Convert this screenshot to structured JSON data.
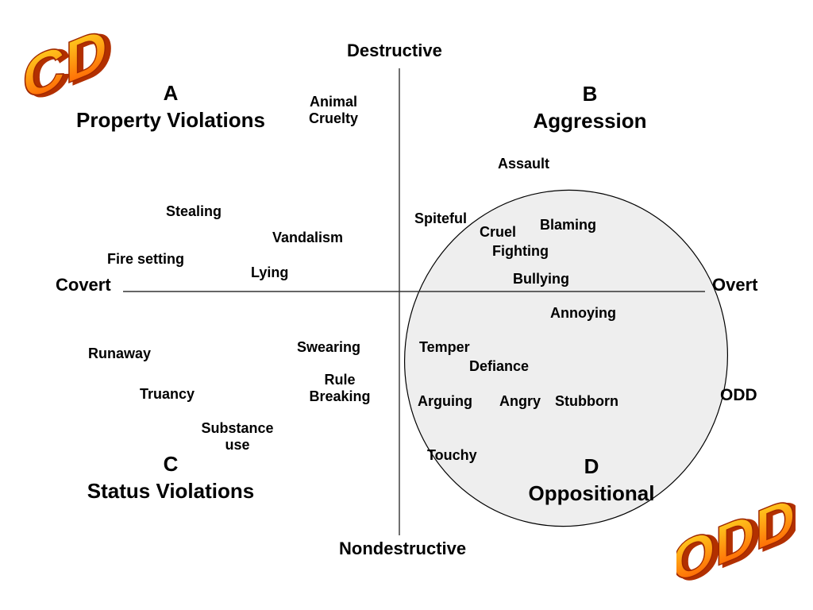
{
  "axes": {
    "top": "Destructive",
    "bottom": "Nondestructive",
    "left": "Covert",
    "right": "Overt"
  },
  "quadrants": {
    "a": {
      "letter": "A",
      "name": "Property Violations"
    },
    "b": {
      "letter": "B",
      "name": "Aggression"
    },
    "c": {
      "letter": "C",
      "name": "Status Violations"
    },
    "d": {
      "letter": "D",
      "name": "Oppositional"
    }
  },
  "behaviors": {
    "animal_cruelty": [
      "Animal",
      "Cruelty"
    ],
    "assault": "Assault",
    "stealing": "Stealing",
    "vandalism": "Vandalism",
    "fire_setting": "Fire setting",
    "lying": "Lying",
    "spiteful": "Spiteful",
    "cruel": "Cruel",
    "blaming": "Blaming",
    "fighting": "Fighting",
    "bullying": "Bullying",
    "annoying": "Annoying",
    "runaway": "Runaway",
    "swearing": "Swearing",
    "temper": "Temper",
    "defiance": "Defiance",
    "rule_breaking": [
      "Rule",
      "Breaking"
    ],
    "truancy": "Truancy",
    "arguing": "Arguing",
    "angry": "Angry",
    "stubborn": "Stubborn",
    "substance_use": [
      "Substance",
      "use"
    ],
    "touchy": "Touchy"
  },
  "odd_region_label": "ODD",
  "logos": {
    "cd": "CD",
    "odd": "ODD"
  },
  "colors": {
    "ellipse_fill": "#eeeeee",
    "logo_gradient_top": "#ffdd22",
    "logo_gradient_bottom": "#ff5500",
    "logo_shadow": "#b23000"
  }
}
